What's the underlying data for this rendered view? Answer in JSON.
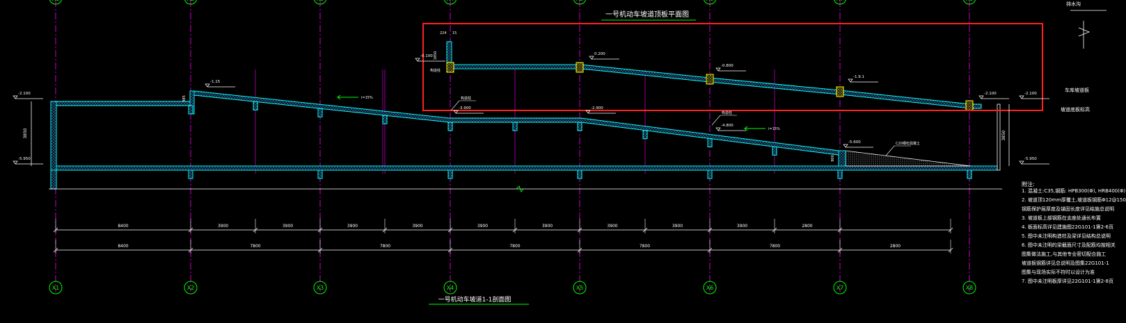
{
  "drawing": {
    "section_title": "一号机动车坡道1-1剖面图",
    "plan_title": "一号机动车坡道顶板平面图",
    "grid_labels": [
      "X1",
      "X2",
      "X3",
      "X4",
      "X5",
      "X6",
      "X7",
      "X8"
    ],
    "dims_row1": [
      "8400",
      "3900",
      "3900",
      "3900",
      "3900",
      "3900",
      "3900",
      "3900",
      "3900",
      "3900",
      "2800"
    ],
    "dims_row2": [
      "8400",
      "7800",
      "7800",
      "7800",
      "7800",
      "7800",
      "2800"
    ],
    "levels": {
      "left_top": "-2.100",
      "left_bottom": "-5.950",
      "x2_top": "-1.15",
      "mid1": "-3.900",
      "mid2": "-2.900",
      "x6": "-4.800",
      "x7": "-5.600",
      "right_top": "-2.100",
      "right_bottom": "-5.950",
      "plan_l1": "-0.100",
      "plan_l2": "0.200",
      "plan_l3": "-0.800",
      "plan_l4": "-1.9.1",
      "plan_l5": "-2.100"
    },
    "small_dims": {
      "left_height": "3850",
      "right_height": "3850",
      "x2_step": "485",
      "plan_w1": "224",
      "plan_w2": "15",
      "plan_h": "1850",
      "plan_side": "构造柱",
      "x7_height": "900"
    },
    "slope_marks": [
      "i=15%",
      "i=15%"
    ],
    "tags": [
      "构造柱",
      "构造柱",
      "C20细石混凝土"
    ],
    "side_labels": [
      "排水沟",
      "车库坡道板",
      "坡道底板标高"
    ],
    "notes_title": "附注:",
    "notes": [
      "1. 混凝土:C35,钢筋: HPB300(Φ), HRB400(Φ)",
      "2. 坡道顶120mm厚覆土,坡道板钢筋Φ12@150",
      "   钢筋保护层厚度及锚固长度详见结施总说明",
      "3. 坡道板上部钢筋在支座处通长布置",
      "4. 板面标高详见建施图22G101-1第2-6页",
      "5. 图中未注明构造柱及梁详见结构总说明",
      "6. 图中未注明的梁截面尺寸及配筋均按相关",
      "   图集做法施工,与其他专业密切配合施工",
      "   坡道板钢筋详见总说明及图集22G101-1",
      "   图集与现场实际不符时以设计为准",
      "7. 图中未注明板厚详见22G101-1第2-8页"
    ],
    "colors": {
      "grid": "#ff00ff",
      "label": "#00ff00",
      "slab": "#00ffff",
      "dim": "#ffffff",
      "highlight": "#ff2020",
      "column": "#ffff00"
    }
  }
}
